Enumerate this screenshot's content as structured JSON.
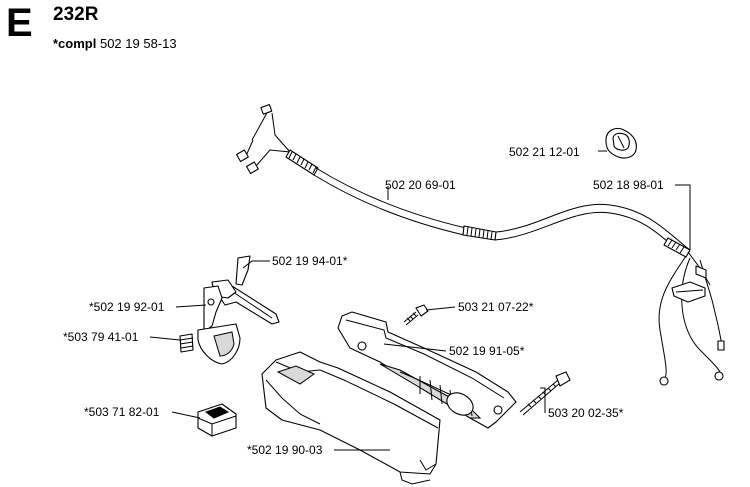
{
  "header": {
    "section": "E",
    "model": "232R",
    "compl_label": "*compl",
    "compl_number": "502 19 58-13"
  },
  "parts": [
    {
      "id": "cable",
      "number": "502 20 69-01"
    },
    {
      "id": "clip",
      "number": "502 21 12-01"
    },
    {
      "id": "wire-harness",
      "number": "502 18 98-01"
    },
    {
      "id": "throttle-trigger",
      "number": "502 19 94-01*"
    },
    {
      "id": "lockout",
      "number": "*502 19 92-01"
    },
    {
      "id": "spring",
      "number": "*503 79 41-01"
    },
    {
      "id": "stop-switch",
      "number": "*503 71 82-01"
    },
    {
      "id": "screw-top",
      "number": "503 21 07-22*"
    },
    {
      "id": "handle-half-right",
      "number": "502 19 91-05*"
    },
    {
      "id": "screw-long",
      "number": "503 20 02-35*"
    },
    {
      "id": "handle-half-left",
      "number": "*502 19 90-03"
    }
  ]
}
